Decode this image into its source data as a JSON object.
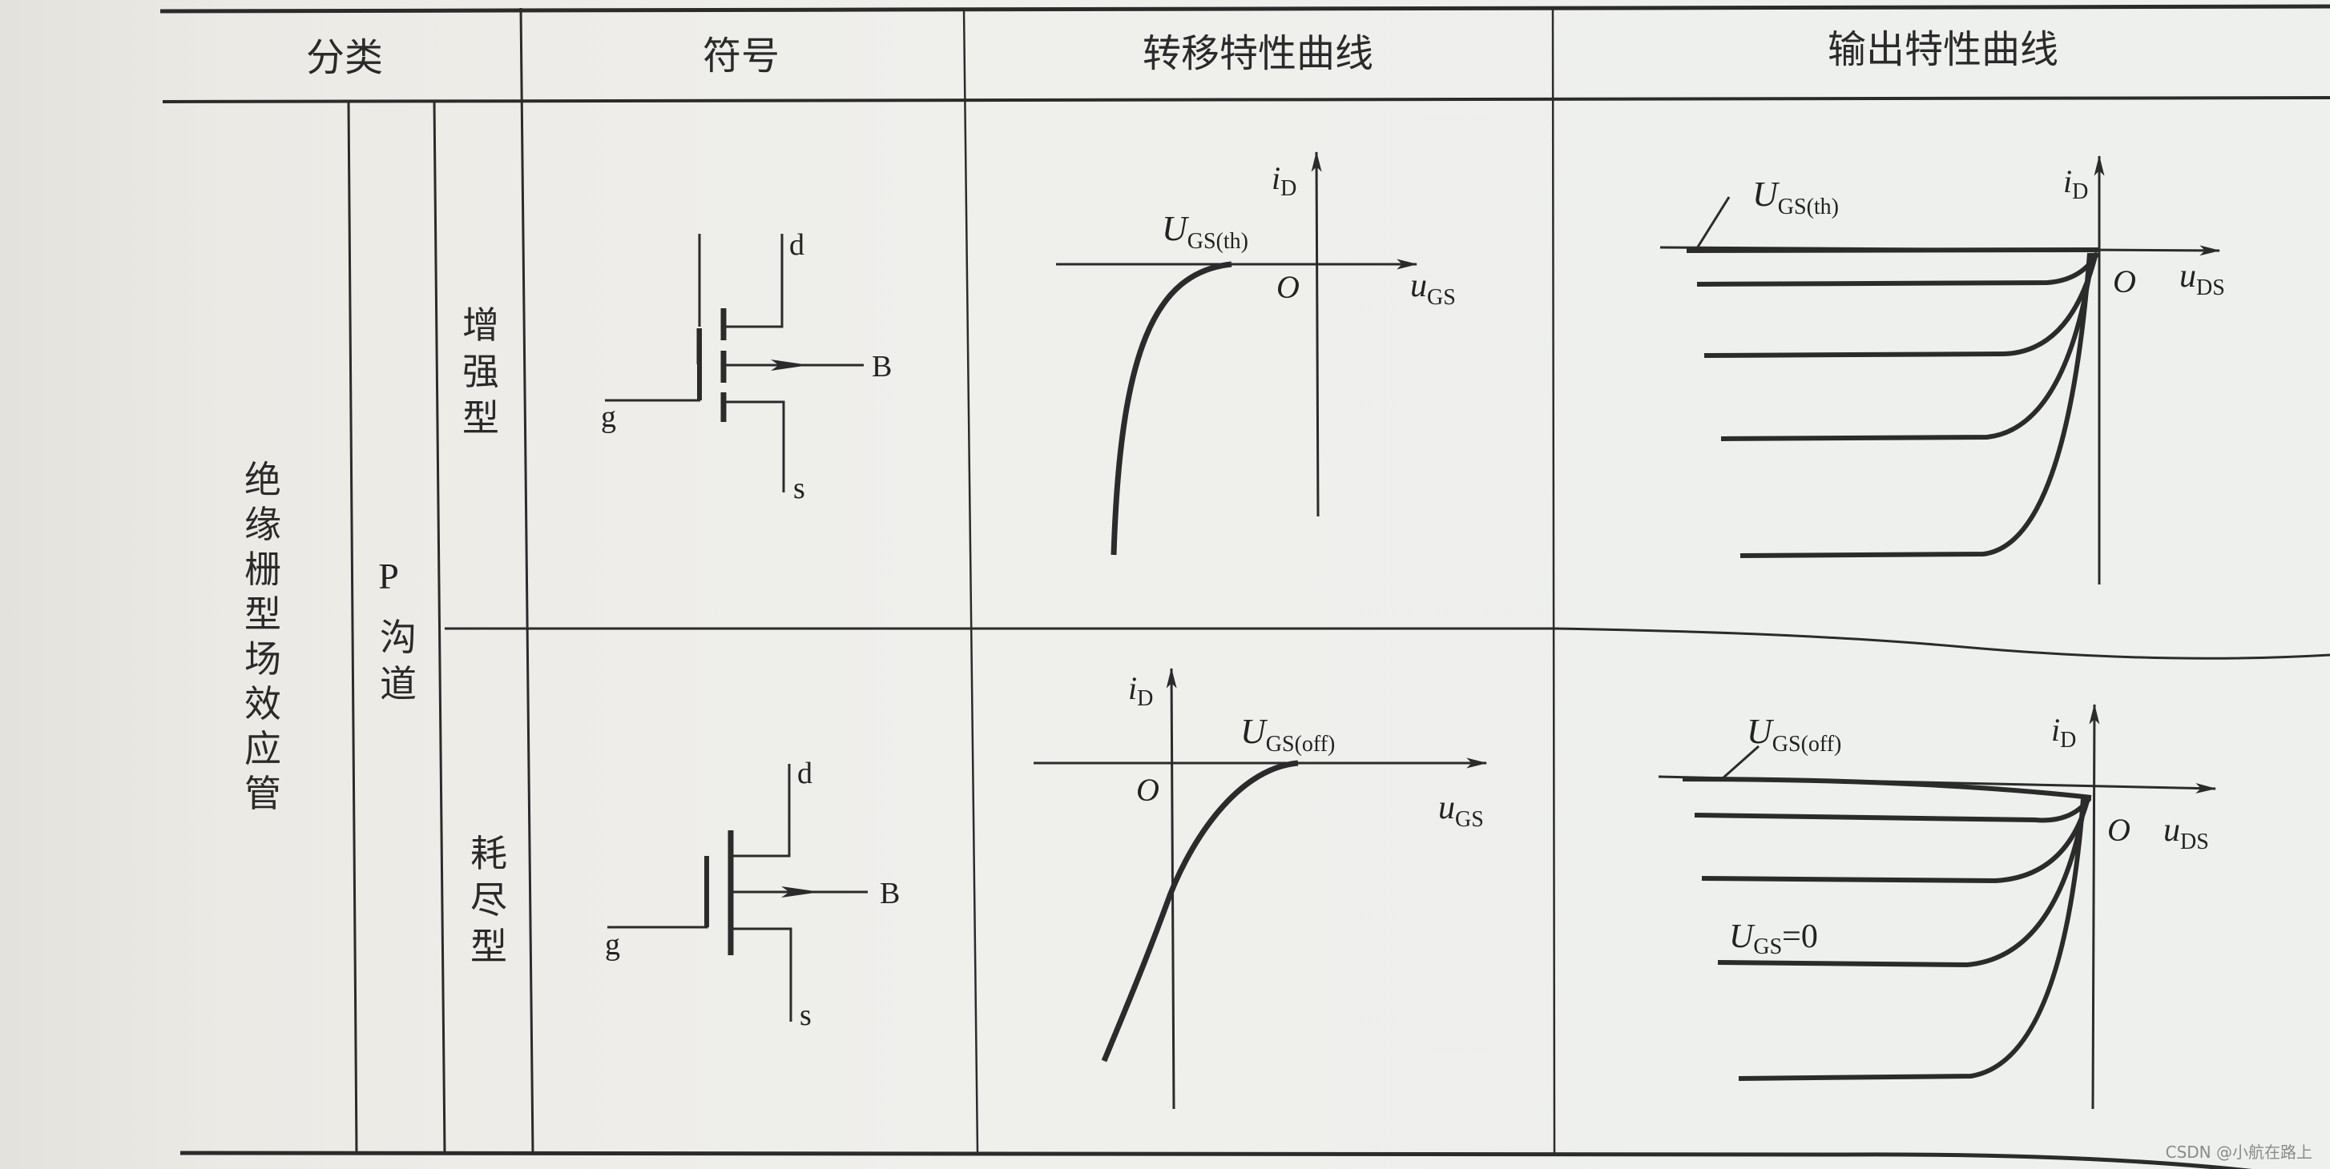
{
  "table": {
    "headers": {
      "classification": "分类",
      "symbol": "符号",
      "transfer_curve": "转移特性曲线",
      "output_curve": "输出特性曲线"
    },
    "category": "绝缘栅型场效应管",
    "channel": {
      "letter": "P",
      "text": "沟道"
    },
    "rows": [
      {
        "type": "增强型",
        "symbol": {
          "gate": "g",
          "drain": "d",
          "source": "s",
          "body": "B"
        },
        "transfer": {
          "y_axis": "i",
          "y_sub": "D",
          "x_axis": "u",
          "x_sub": "GS",
          "origin": "O",
          "threshold_main": "U",
          "threshold_sub": "GS(th)"
        },
        "output": {
          "y_axis": "i",
          "y_sub": "D",
          "x_axis": "u",
          "x_sub": "DS",
          "origin": "O",
          "curve_label_main": "U",
          "curve_label_sub": "GS(th)"
        }
      },
      {
        "type": "耗尽型",
        "symbol": {
          "gate": "g",
          "drain": "d",
          "source": "s",
          "body": "B"
        },
        "transfer": {
          "y_axis": "i",
          "y_sub": "D",
          "x_axis": "u",
          "x_sub": "GS",
          "origin": "O",
          "cutoff_main": "U",
          "cutoff_sub": "GS(off)"
        },
        "output": {
          "y_axis": "i",
          "y_sub": "D",
          "x_axis": "u",
          "x_sub": "DS",
          "origin": "O",
          "curve_label_main": "U",
          "curve_label_sub": "GS(off)",
          "zero_label_main": "U",
          "zero_label_sub": "GS",
          "zero_label_eq": "=0"
        }
      }
    ]
  },
  "watermark": "CSDN @小航在路上",
  "colors": {
    "ink": "#2b2b2b",
    "paper": "#eeeeeb"
  }
}
